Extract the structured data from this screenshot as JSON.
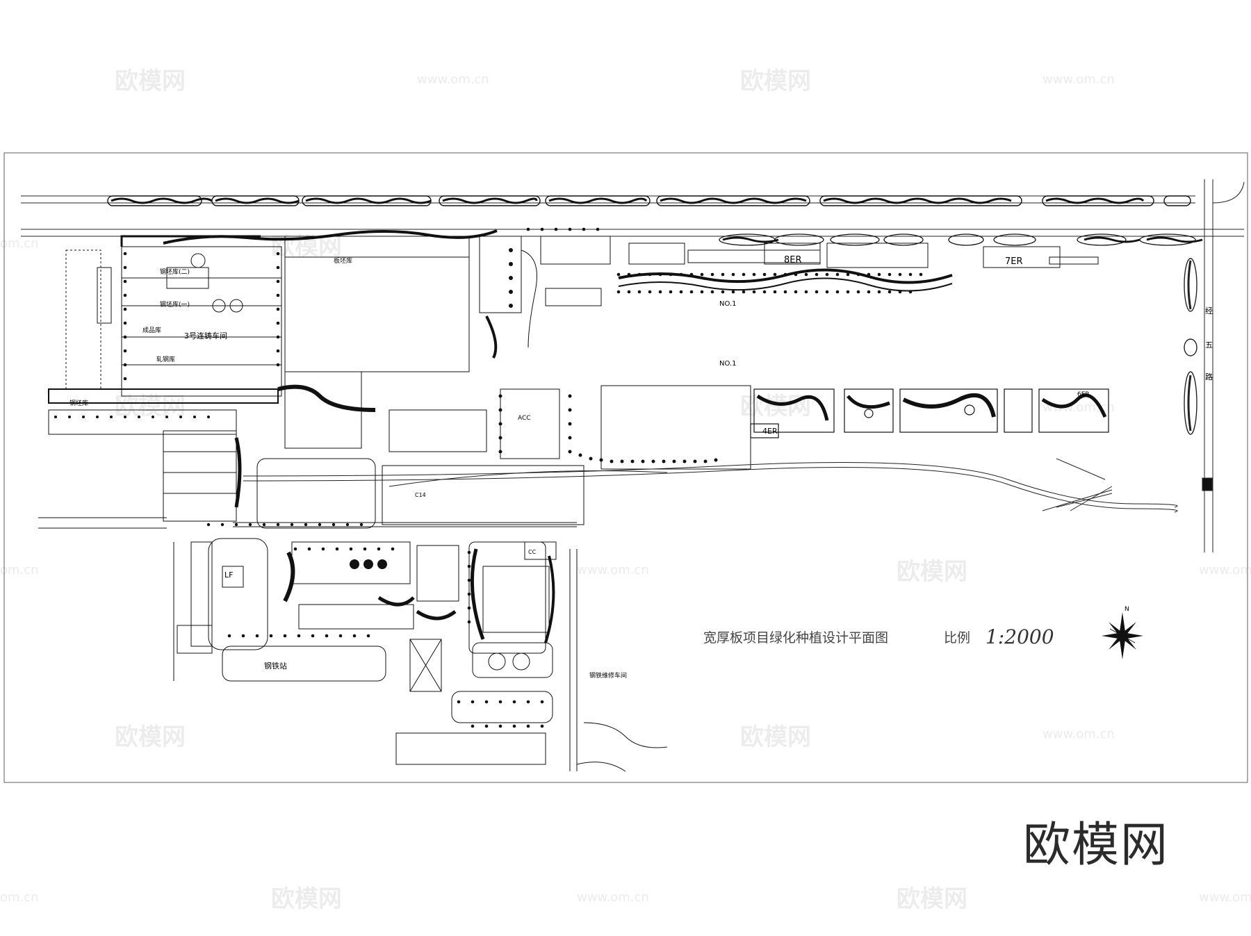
{
  "drawing": {
    "title": "宽厚板项目绿化种植设计平面图",
    "scale_label": "比例",
    "scale_value": "1:2000"
  },
  "labels": {
    "er_8": "8ER",
    "er_7": "7ER",
    "er_4": "4ER",
    "er_6": "6ER",
    "no1_a": "NO.1",
    "no1_b": "NO.1",
    "acc": "ACC",
    "lf": "LF",
    "cc": "CC",
    "c14": "C14",
    "mill_3": "3号连铸车间",
    "slab_yard": "钢坯库",
    "road_e1": "经",
    "road_e2": "五",
    "road_e3": "路",
    "bay_1": "钢坯库(二)",
    "bay_2": "钢坯库(一)",
    "bay_3": "成品库",
    "bay_4": "轧钢库",
    "steel_station": "钢铁站",
    "repair_shop": "钢铁维修车间"
  },
  "watermark": {
    "brand": "欧模网",
    "url": "www.om.cn",
    "url_short": "om.cn"
  }
}
